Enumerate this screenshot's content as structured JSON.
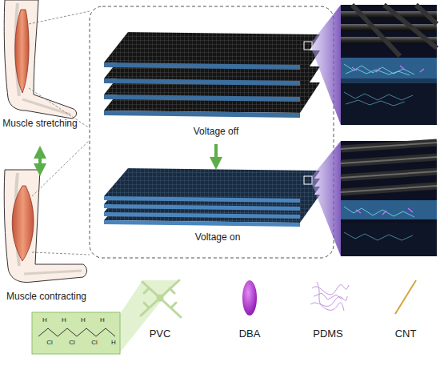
{
  "diagram": {
    "labels": [
      "Muscle stretching",
      "Voltage off",
      "Voltage on",
      "Muscle contracting",
      "H",
      "Cl",
      "H",
      "Cl",
      "H",
      "Cl",
      "H",
      "H"
    ],
    "legend": [
      {
        "text": "PVC"
      },
      {
        "text": "DBA"
      },
      {
        "text": "PDMS"
      },
      {
        "text": "CNT"
      }
    ]
  }
}
